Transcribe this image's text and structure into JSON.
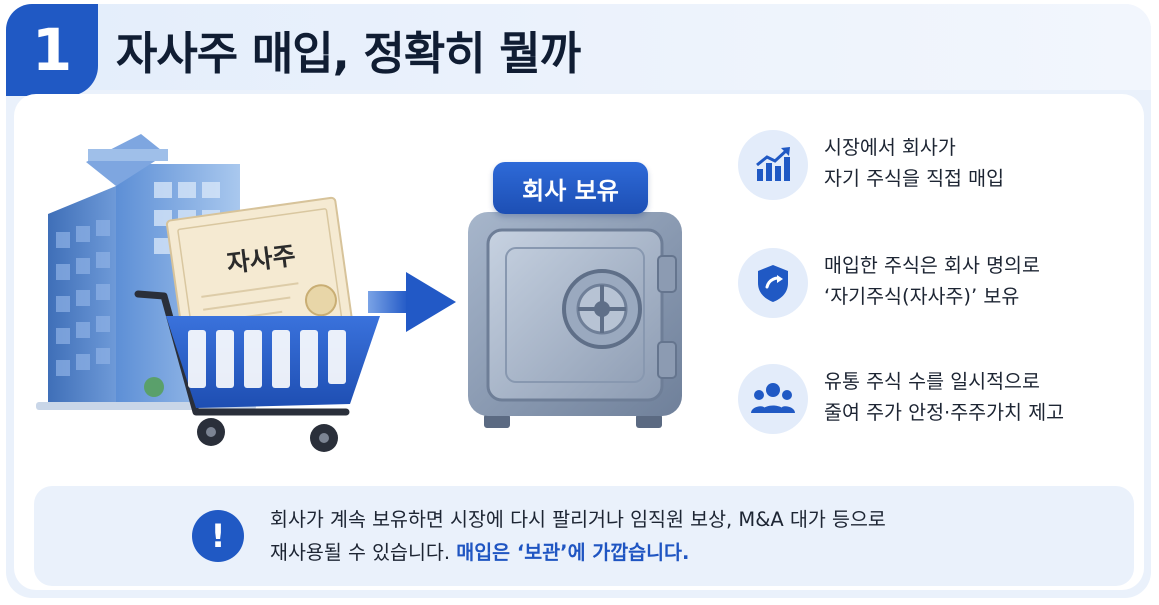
{
  "header": {
    "number": "1",
    "title": "자사주 매입, 정확히 뭘까"
  },
  "illustration": {
    "certificate_label": "자사주",
    "vault_label": "회사 보유"
  },
  "features": [
    {
      "icon": "growth-chart-icon",
      "line1": "시장에서 회사가",
      "line2": "자기 주식을 직접 매입"
    },
    {
      "icon": "shield-icon",
      "line1": "매입한 주식은 회사 명의로",
      "line2": "‘자기주식(자사주)’ 보유"
    },
    {
      "icon": "people-icon",
      "line1": "유통 주식 수를 일시적으로",
      "line2": "줄여 주가 안정·주주가치 제고"
    }
  ],
  "note": {
    "icon": "exclamation-icon",
    "line1": "회사가 계속 보유하면 시장에 다시 팔리거나 임직원 보상, M&A 대가 등으로",
    "line2_plain": "재사용될 수 있습니다. ",
    "line2_highlight": "매입은 ‘보관’에 가깝습니다."
  },
  "colors": {
    "accent": "#2059c4",
    "header_bg": "#e3edfb",
    "icon_bg": "#e3ecfa",
    "highlight_text": "#1f55c2"
  }
}
